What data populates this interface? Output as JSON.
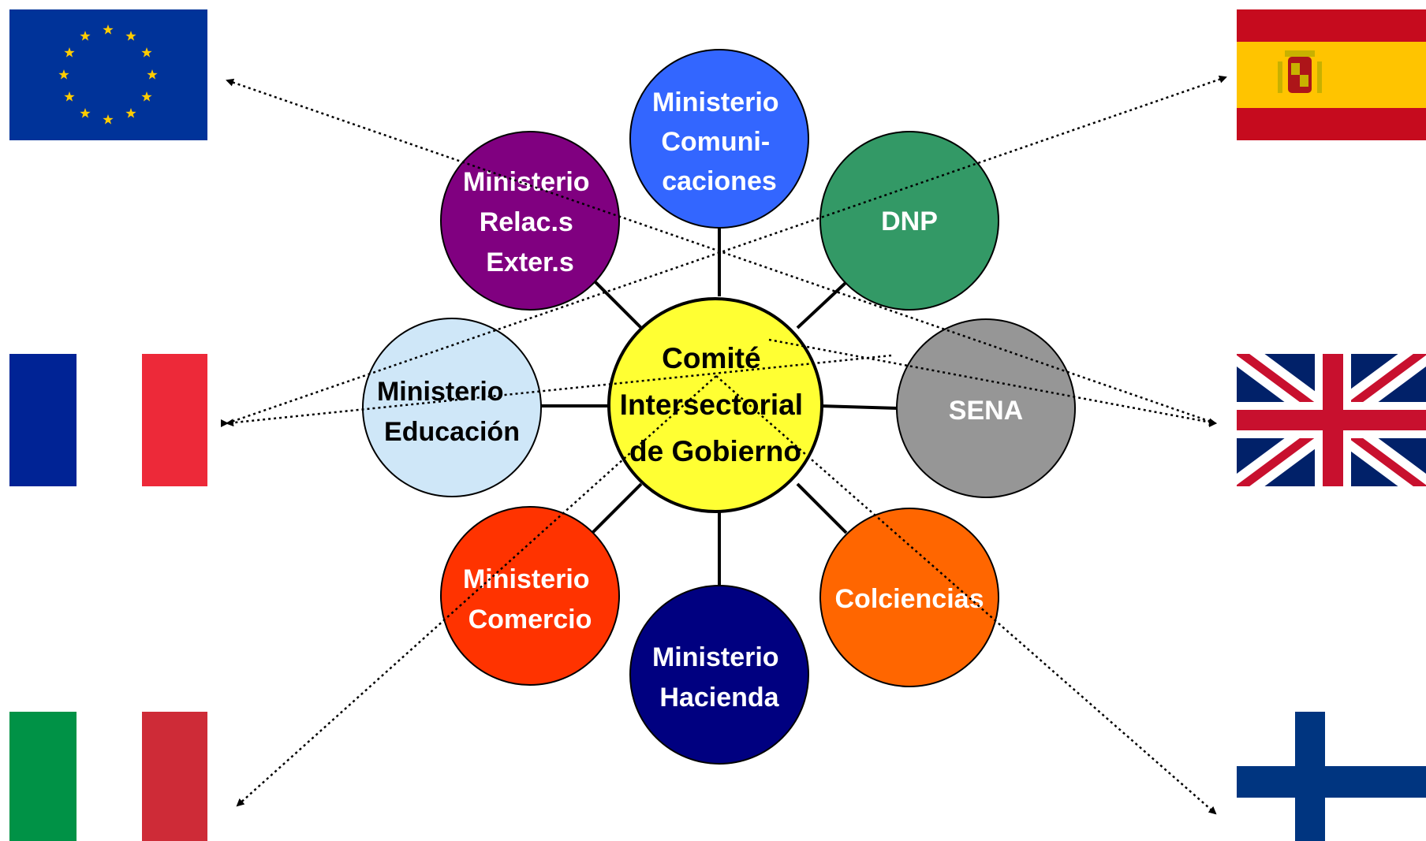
{
  "center": {
    "lines": [
      "Comité",
      "Intersectorial",
      "de Gobierno"
    ],
    "fill": "#ffff33",
    "text_color": "#000000"
  },
  "nodes": [
    {
      "id": "comunicaciones",
      "lines": [
        "Ministerio",
        "Comuni-",
        "caciones"
      ],
      "fill": "#3366ff",
      "text_color": "#ffffff"
    },
    {
      "id": "dnp",
      "lines": [
        "DNP"
      ],
      "fill": "#339966",
      "text_color": "#ffffff"
    },
    {
      "id": "sena",
      "lines": [
        "SENA"
      ],
      "fill": "#969696",
      "text_color": "#ffffff"
    },
    {
      "id": "colciencias",
      "lines": [
        "Colciencias"
      ],
      "fill": "#ff6600",
      "text_color": "#ffffff"
    },
    {
      "id": "hacienda",
      "lines": [
        "Ministerio",
        "Hacienda"
      ],
      "fill": "#000080",
      "text_color": "#ffffff"
    },
    {
      "id": "comercio",
      "lines": [
        "Ministerio",
        "Comercio"
      ],
      "fill": "#ff3300",
      "text_color": "#ffffff"
    },
    {
      "id": "educacion",
      "lines": [
        "Ministerio",
        "Educación"
      ],
      "fill": "#cfe7f8",
      "text_color": "#000000"
    },
    {
      "id": "relaciones",
      "lines": [
        "Ministerio",
        "Relac.s",
        "Exter.s"
      ],
      "fill": "#800080",
      "text_color": "#ffffff"
    }
  ],
  "flags": [
    {
      "id": "eu",
      "icon": "eu-flag-icon",
      "colors": {
        "field": "#003399",
        "star": "#ffcc00"
      }
    },
    {
      "id": "spain",
      "icon": "spain-flag-icon",
      "colors": {
        "red": "#c60b1e",
        "yellow": "#ffc400"
      }
    },
    {
      "id": "france",
      "icon": "france-flag-icon",
      "colors": {
        "blue": "#002395",
        "white": "#ffffff",
        "red": "#ed2939"
      }
    },
    {
      "id": "uk",
      "icon": "uk-flag-icon",
      "colors": {
        "blue": "#012169",
        "white": "#ffffff",
        "red": "#c8102e"
      }
    },
    {
      "id": "italy",
      "icon": "italy-flag-icon",
      "colors": {
        "green": "#009246",
        "white": "#ffffff",
        "red": "#ce2b37"
      }
    },
    {
      "id": "finland",
      "icon": "finland-flag-icon",
      "colors": {
        "white": "#ffffff",
        "blue": "#003580"
      }
    }
  ],
  "connector_color": "#000000"
}
